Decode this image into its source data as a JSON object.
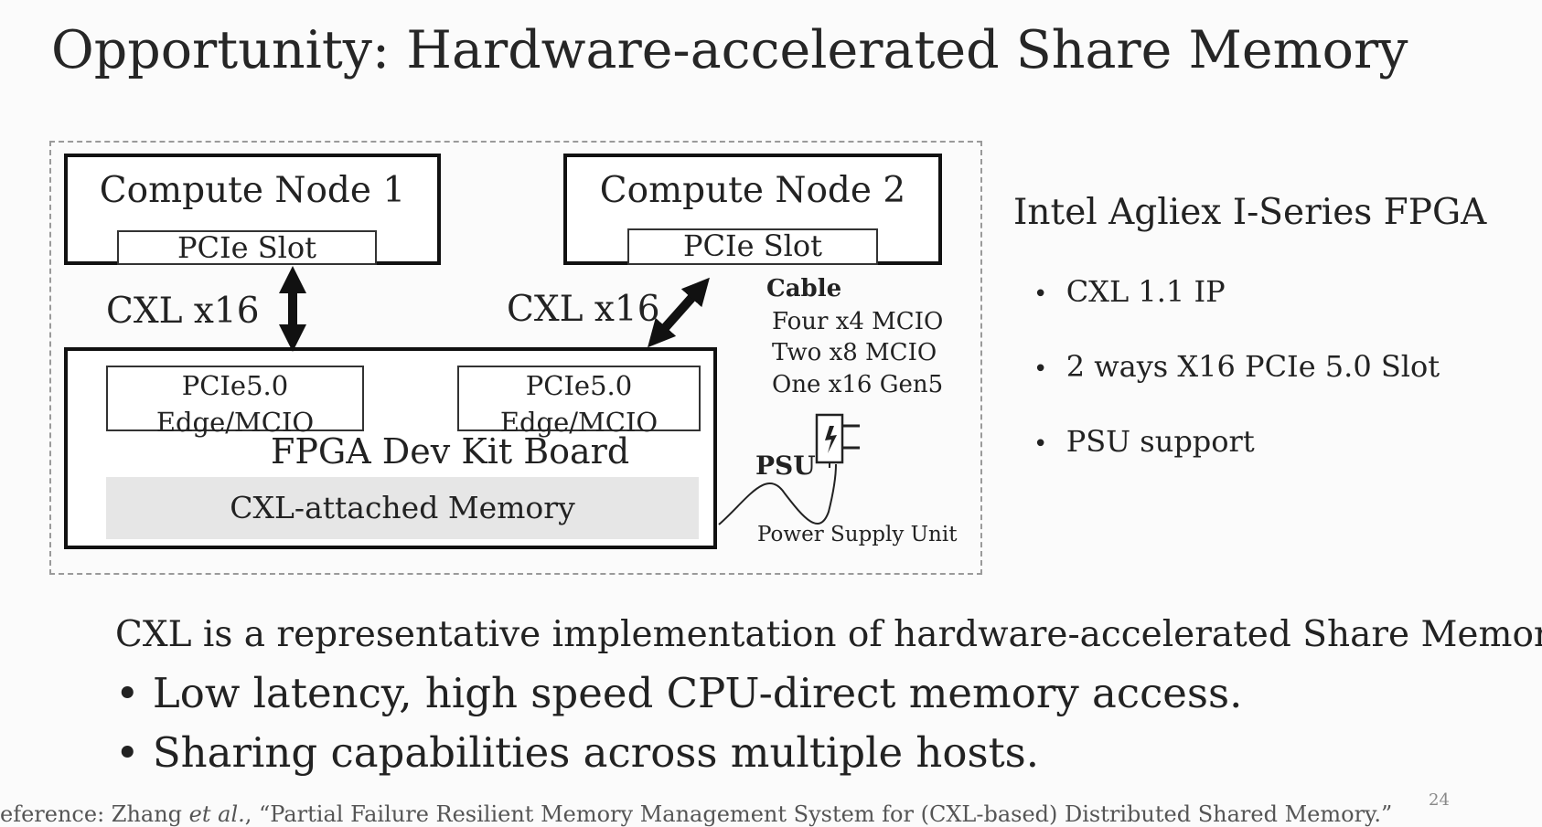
{
  "title": "Opportunity: Hardware-accelerated Share Memory",
  "diagram": {
    "node1": {
      "label": "Compute Node 1",
      "slot": "PCIe Slot"
    },
    "node2": {
      "label": "Compute Node 2",
      "slot": "PCIe Slot"
    },
    "link1_label": "CXL x16",
    "link2_label": "CXL x16",
    "cable": {
      "heading": "Cable",
      "lines": [
        "Four x4 MCIO",
        "Two x8 MCIO",
        "One x16 Gen5"
      ]
    },
    "board": {
      "edge_left": [
        "PCIe5.0",
        "Edge/MCIO"
      ],
      "edge_right": [
        "PCIe5.0",
        "Edge/MCIO"
      ],
      "label": "FPGA Dev Kit Board",
      "memory": "CXL-attached Memory"
    },
    "psu_label": "PSU",
    "psu_caption": "Power Supply Unit"
  },
  "fpga": {
    "title": "Intel Agliex I-Series FPGA",
    "features": [
      "CXL 1.1 IP",
      "2 ways X16 PCIe 5.0 Slot",
      "PSU support"
    ]
  },
  "statement": "CXL is a representative implementation of hardware-accelerated Share Memory.",
  "bullets": [
    "Low latency, high speed CPU-direct memory access.",
    "Sharing capabilities across multiple hosts."
  ],
  "bullet_glyph": "•",
  "reference": {
    "prefix": "eference:  Zhang ",
    "etal": "et al.",
    "rest": ", “Partial Failure Resilient Memory Management System for (CXL-based) Distributed Shared Memory.”"
  },
  "page_number": "24"
}
